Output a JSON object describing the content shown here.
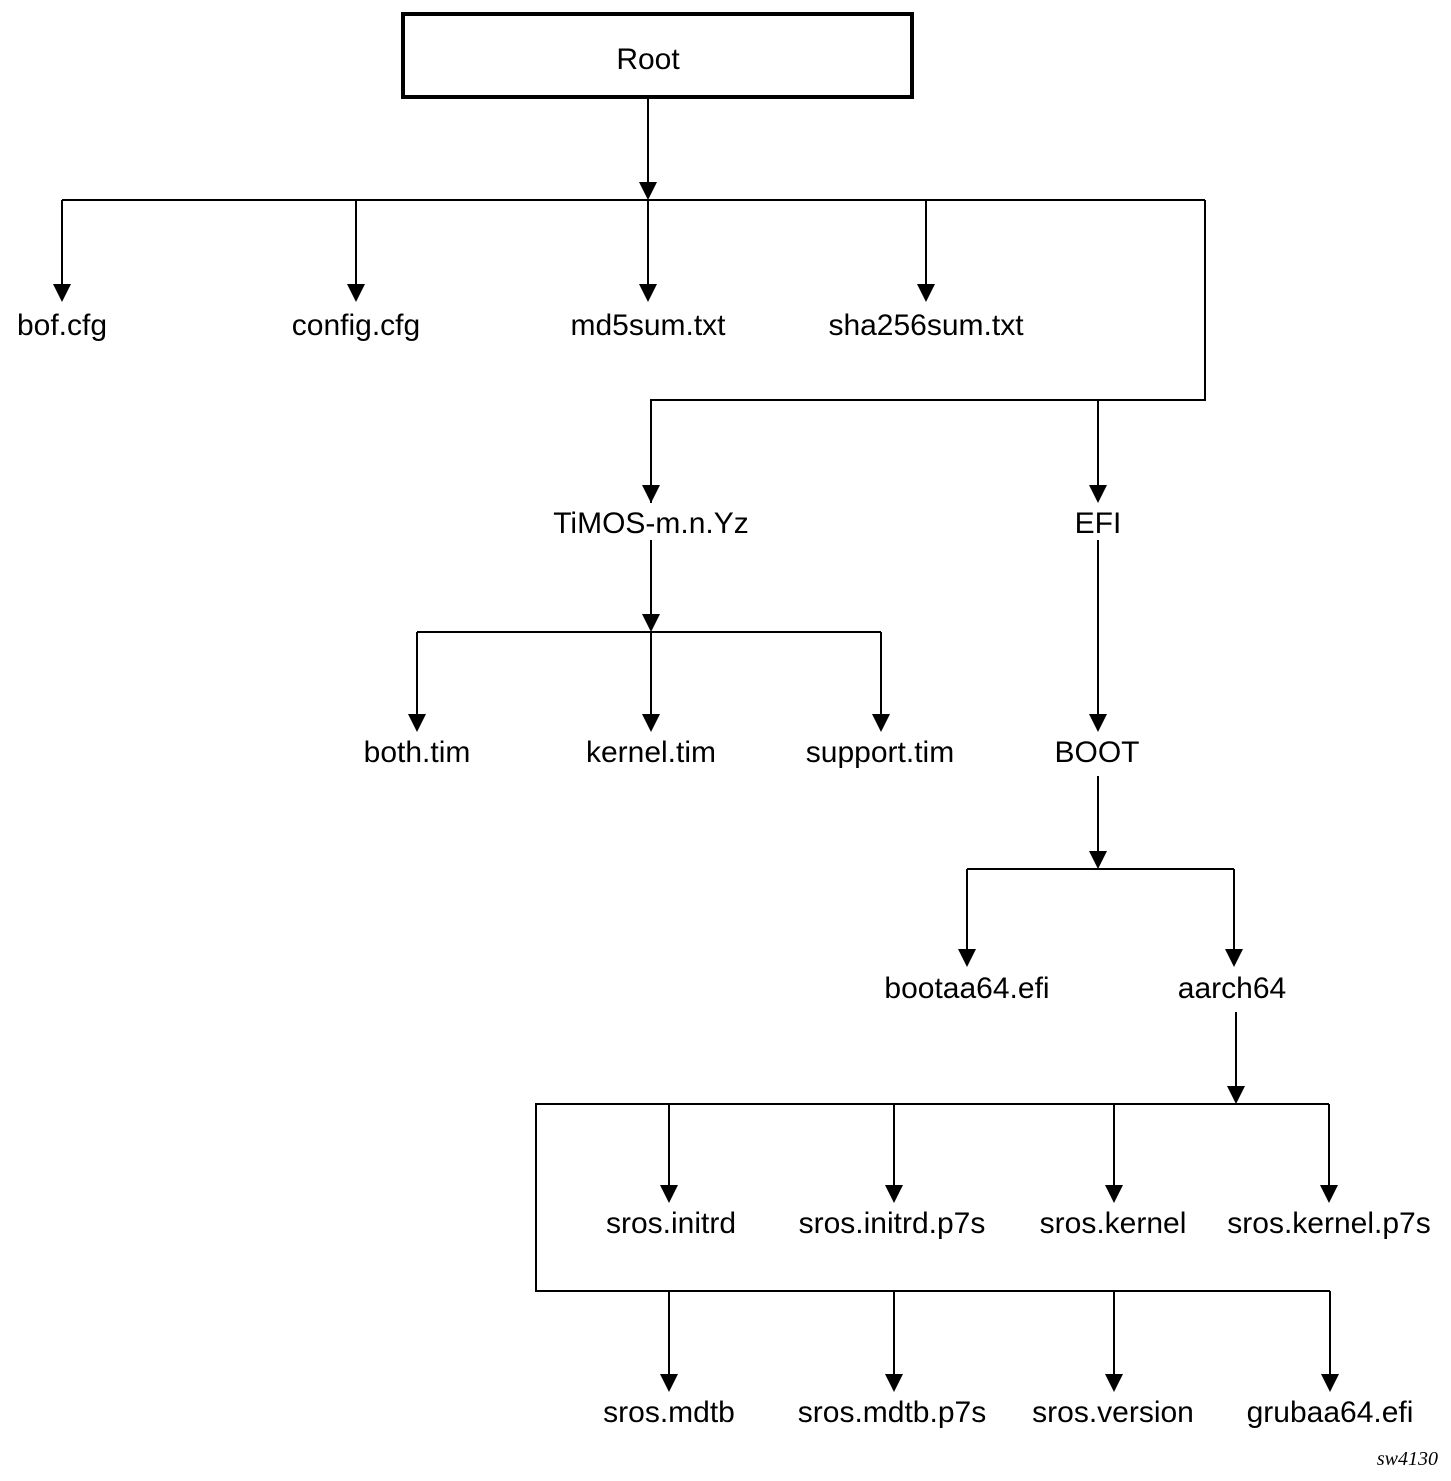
{
  "root": {
    "label": "Root"
  },
  "root_files": [
    "bof.cfg",
    "config.cfg",
    "md5sum.txt",
    "sha256sum.txt"
  ],
  "timos": {
    "label": "TiMOS-m.n.Yz",
    "files": [
      "both.tim",
      "kernel.tim",
      "support.tim"
    ]
  },
  "efi": {
    "label": "EFI",
    "boot": {
      "label": "BOOT",
      "bootaa64": "bootaa64.efi",
      "aarch64": {
        "label": "aarch64",
        "row1": [
          "sros.initrd",
          "sros.initrd.p7s",
          "sros.kernel",
          "sros.kernel.p7s"
        ],
        "row2": [
          "sros.mdtb",
          "sros.mdtb.p7s",
          "sros.version",
          "grubaa64.efi"
        ]
      }
    }
  },
  "figure_id": "sw4130"
}
